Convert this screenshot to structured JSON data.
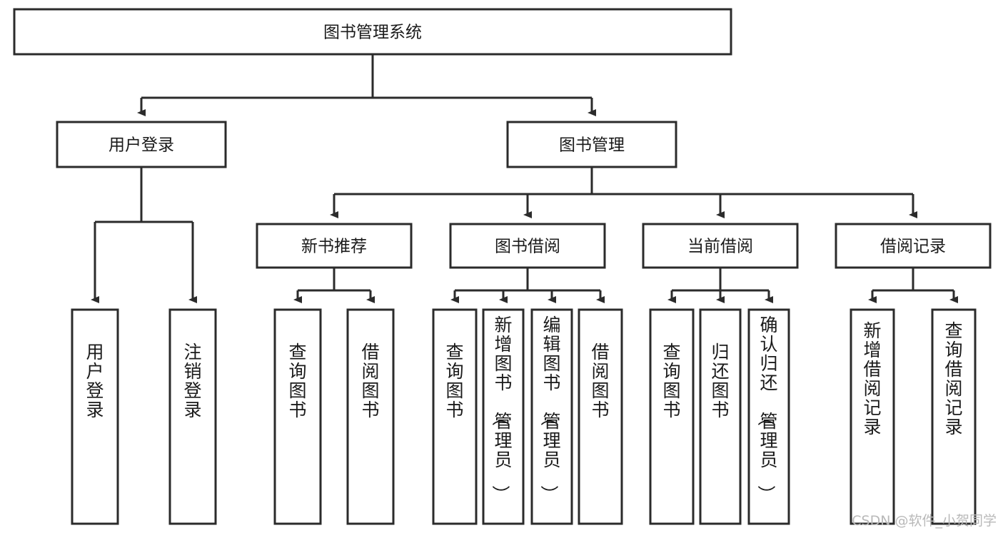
{
  "diagram": {
    "title": "图书管理系统",
    "watermark": "CSDN @软件_小贺同学",
    "colors": {
      "stroke": "#2b2b2b",
      "fill": "#ffffff",
      "text": "#1a1a1a",
      "watermark": "#b9b9b9",
      "background": "#ffffff"
    },
    "nodes": {
      "root": {
        "label": "图书管理系统"
      },
      "level2": [
        {
          "id": "user-login",
          "label": "用户登录"
        },
        {
          "id": "book-management",
          "label": "图书管理"
        }
      ],
      "level3": [
        {
          "id": "new-book-recommend",
          "label": "新书推荐"
        },
        {
          "id": "book-borrow",
          "label": "图书借阅"
        },
        {
          "id": "current-borrow",
          "label": "当前借阅"
        },
        {
          "id": "borrow-record",
          "label": "借阅记录"
        }
      ],
      "leaves": {
        "user-login": [
          {
            "id": "leaf-user-login",
            "label": "用户登录"
          },
          {
            "id": "leaf-logout-login",
            "label": "注销登录"
          }
        ],
        "new-book-recommend": [
          {
            "id": "leaf-query-book-1",
            "label": "查询图书"
          },
          {
            "id": "leaf-borrow-book-1",
            "label": "借阅图书"
          }
        ],
        "book-borrow": [
          {
            "id": "leaf-query-book-2",
            "label": "查询图书"
          },
          {
            "id": "leaf-add-book",
            "label": "新增图书（管理员）"
          },
          {
            "id": "leaf-edit-book",
            "label": "编辑图书（管理员）"
          },
          {
            "id": "leaf-borrow-book-2",
            "label": "借阅图书"
          }
        ],
        "current-borrow": [
          {
            "id": "leaf-query-book-3",
            "label": "查询图书"
          },
          {
            "id": "leaf-return-book",
            "label": "归还图书"
          },
          {
            "id": "leaf-confirm-return",
            "label": "确认归还（管理员）"
          }
        ],
        "borrow-record": [
          {
            "id": "leaf-add-record",
            "label": "新增借阅记录"
          },
          {
            "id": "leaf-query-record",
            "label": "查询借阅记录"
          }
        ]
      }
    }
  }
}
